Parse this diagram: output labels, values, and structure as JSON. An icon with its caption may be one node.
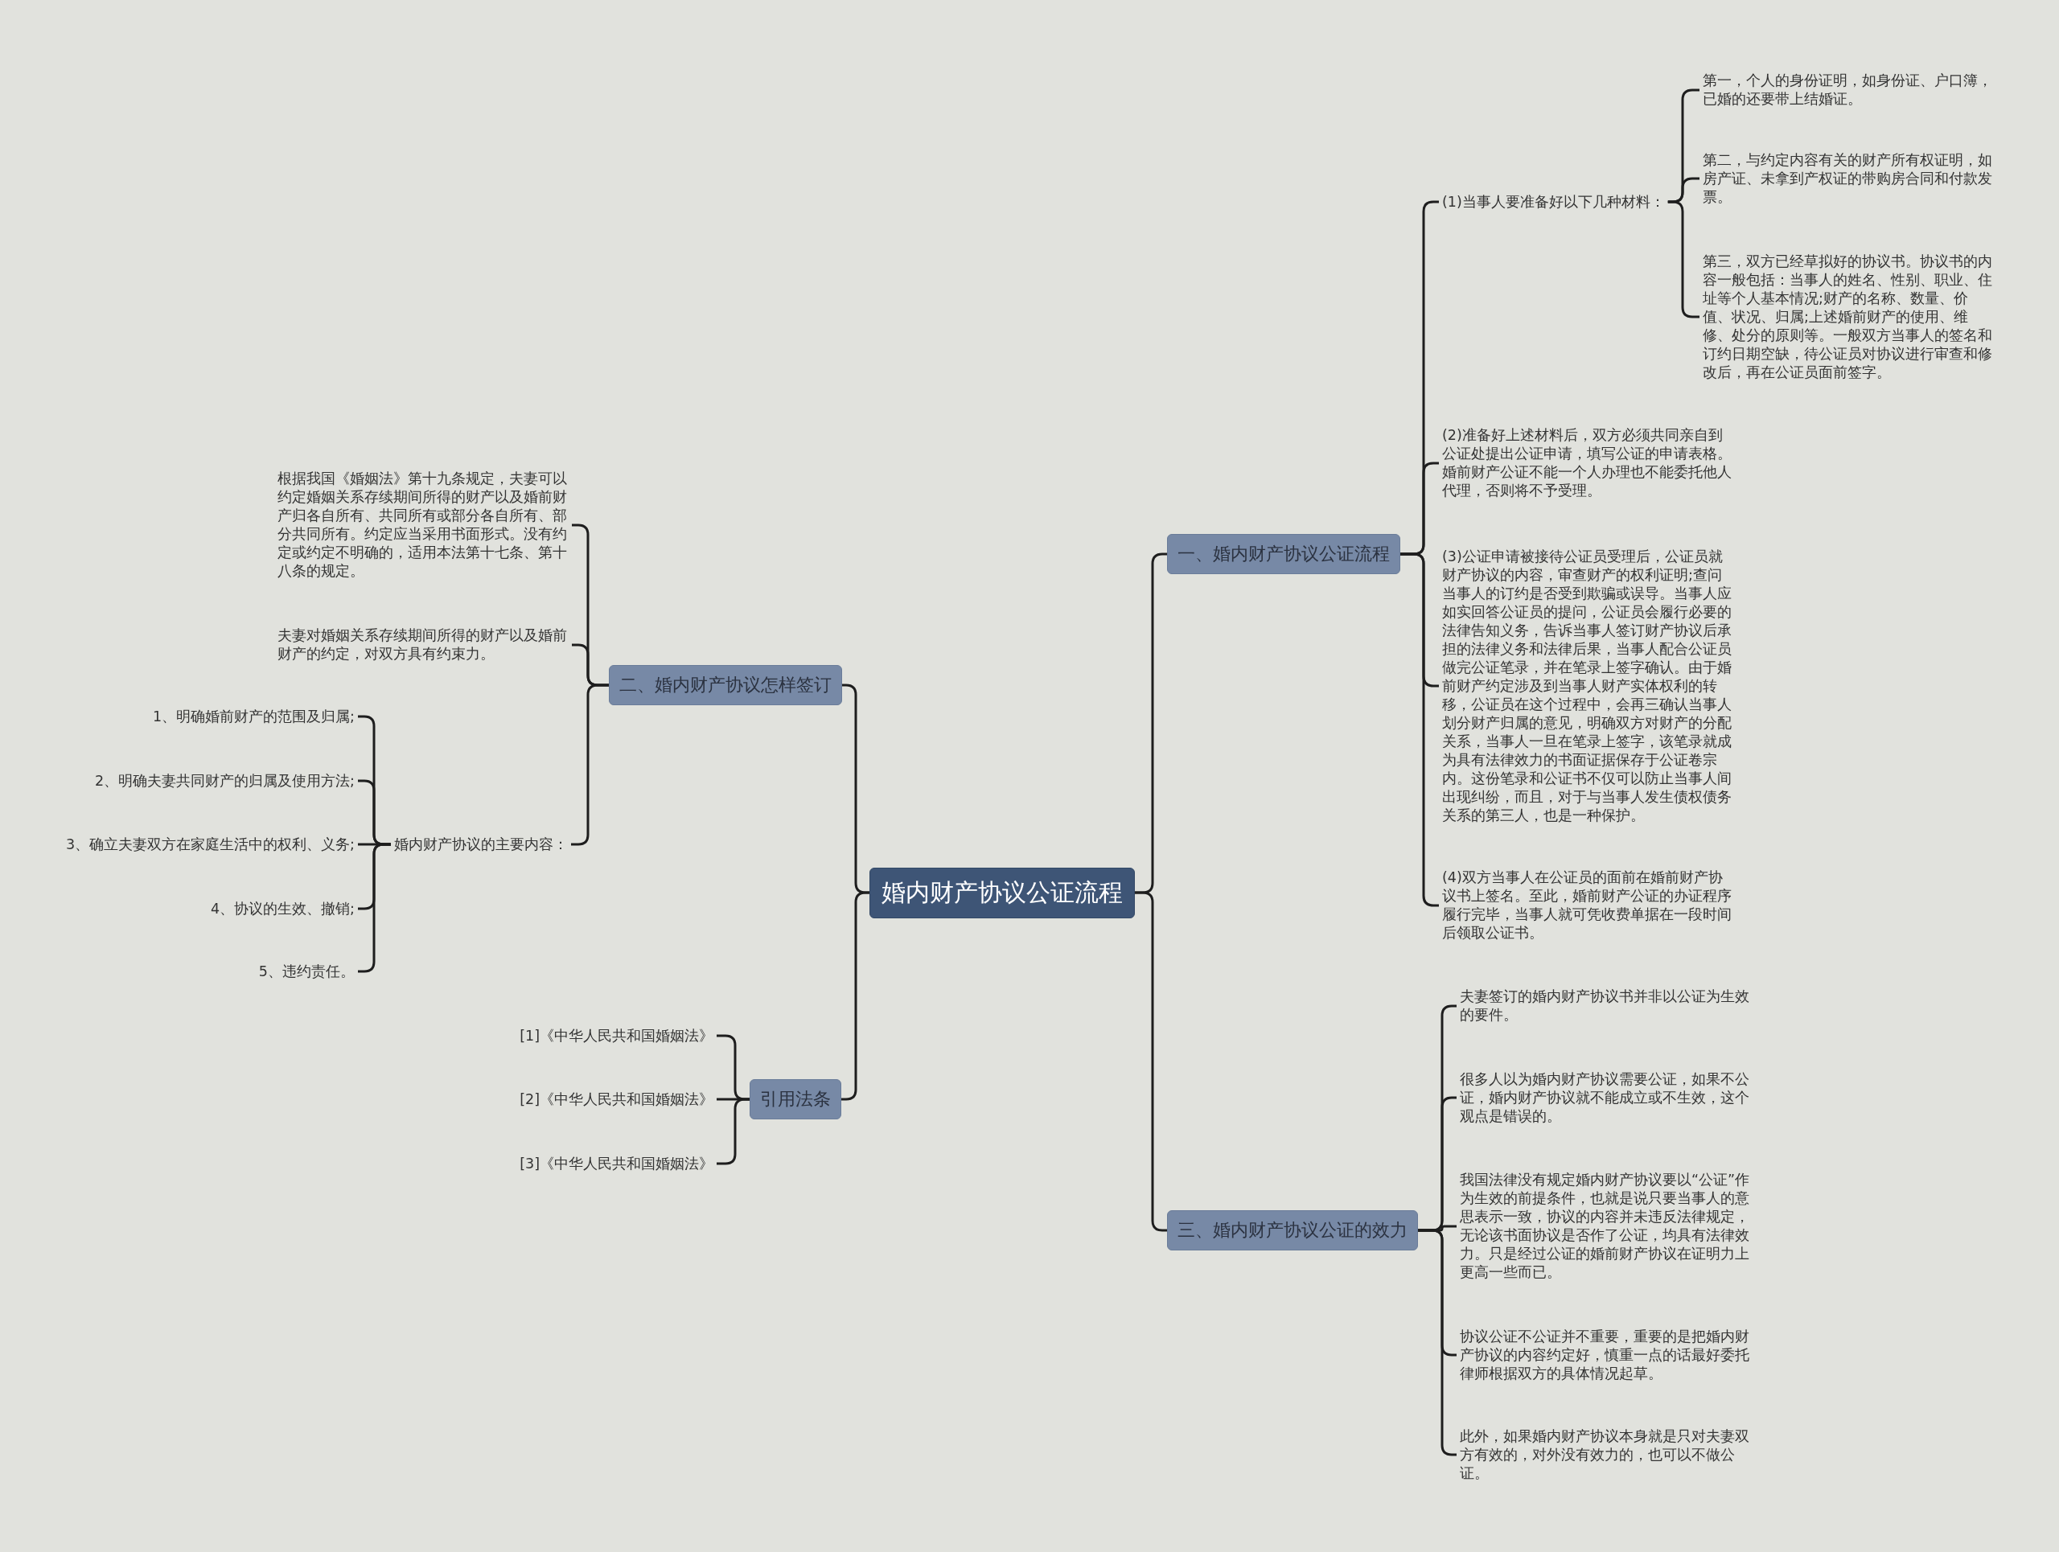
{
  "diagram": {
    "nodes": [
      {
        "text": [
          "婚内财产协议公证流程"
        ]
      },
      {
        "text": [
          "一、婚内财产协议公证流程"
        ]
      },
      {
        "text": [
          "(1)当事人要准备好以下几种材料："
        ]
      },
      {
        "text": [
          "第一，个人的身份证明，如身份证、户口簿，已婚的还要带上结婚证。"
        ]
      },
      {
        "text": [
          "第二，与约定内容有关的财产所有权证明，如房产证、未拿到产权证的带购房合同和付款发票。"
        ]
      },
      {
        "text": [
          "第三，双方已经草拟好的协议书。协议书的内容一般包括：当事人的姓名、性别、职业、住址等个人基本情况;财产的名称、数量、价值、状况、归属;上述婚前财产的使用、维修、处分的原则等。一般双方当事人的签名和订约日期空缺，待公证员对协议进行审查和修改后，再在公证员面前签字。"
        ]
      },
      {
        "text": [
          "(2)准备好上述材料后，双方必须共同亲自到公证处提出公证申请，填写公证的申请表格。婚前财产公证不能一个人办理也不能委托他人代理，否则将不予受理。"
        ]
      },
      {
        "text": [
          "(3)公证申请被接待公证员受理后，公证员就财产协议的内容，审查财产的权利证明;查问当事人的订约是否受到欺骗或误导。当事人应如实回答公证员的提问，公证员会履行必要的法律告知义务，告诉当事人签订财产协议后承担的法律义务和法律后果，当事人配合公证员做完公证笔录，并在笔录上签字确认。由于婚前财产约定涉及到当事人财产实体权利的转移，公证员在这个过程中，会再三确认当事人划分财产归属的意见，明确双方对财产的分配关系，当事人一旦在笔录上签字，该笔录就成为具有法律效力的书面证据保存于公证卷宗内。这份笔录和公证书不仅可以防止当事人间出现纠纷，而且，对于与当事人发生债权债务关系的第三人，也是一种保护。"
        ]
      },
      {
        "text": [
          "(4)双方当事人在公证员的面前在婚前财产协议书上签名。至此，婚前财产公证的办证程序履行完毕，当事人就可凭收费单据在一段时间后领取公证书。"
        ]
      },
      {
        "text": [
          "三、婚内财产协议公证的效力"
        ]
      },
      {
        "text": [
          "夫妻签订的婚内财产协议书并非以公证为生效的要件。"
        ]
      },
      {
        "text": [
          "很多人以为婚内财产协议需要公证，如果不公证，婚内财产协议就不能成立或不生效，这个观点是错误的。"
        ]
      },
      {
        "text": [
          "我国法律没有规定婚内财产协议要以“公证”作为生效的前提条件，也就是说只要当事人的意思表示一致，协议的内容并未违反法律规定，无论该书面协议是否作了公证，均具有法律效力。只是经过公证的婚前财产协议在证明力上更高一些而已。"
        ]
      },
      {
        "text": [
          "协议公证不公证并不重要，重要的是把婚内财产协议的内容约定好，慎重一点的话最好委托律师根据双方的具体情况起草。"
        ]
      },
      {
        "text": [
          "此外，如果婚内财产协议本身就是只对夫妻双方有效的，对外没有效力的，也可以不做公证。"
        ]
      },
      {
        "text": [
          "二、婚内财产协议怎样签订"
        ]
      },
      {
        "text": [
          "根据我国《婚姻法》第十九条规定，夫妻可以约定婚姻关系存续期间所得的财产以及婚前财产归各自所有、共同所有或部分各自所有、部分共同所有。约定应当采用书面形式。没有约定或约定不明确的，适用本法第十七条、第十八条的规定。"
        ]
      },
      {
        "text": [
          "夫妻对婚姻关系存续期间所得的财产以及婚前财产的约定，对双方具有约束力。"
        ]
      },
      {
        "text": [
          "婚内财产协议的主要内容："
        ]
      },
      {
        "text": [
          "1、明确婚前财产的范围及归属;"
        ]
      },
      {
        "text": [
          "2、明确夫妻共同财产的归属及使用方法;"
        ]
      },
      {
        "text": [
          "3、确立夫妻双方在家庭生活中的权利、义务;"
        ]
      },
      {
        "text": [
          "4、协议的生效、撤销;"
        ]
      },
      {
        "text": [
          "5、违约责任。"
        ]
      },
      {
        "text": [
          "引用法条"
        ]
      },
      {
        "text": [
          "[1]《中华人民共和国婚姻法》"
        ]
      },
      {
        "text": [
          "[2]《中华人民共和国婚姻法》"
        ]
      },
      {
        "text": [
          "[3]《中华人民共和国婚姻法》"
        ]
      }
    ],
    "edges": [
      {
        "from": 0,
        "to": 1,
        "arrow": "none"
      },
      {
        "from": 1,
        "to": 2,
        "arrow": "none"
      },
      {
        "from": 2,
        "to": 3,
        "arrow": "none"
      },
      {
        "from": 2,
        "to": 4,
        "arrow": "none"
      },
      {
        "from": 2,
        "to": 5,
        "arrow": "none"
      },
      {
        "from": 1,
        "to": 6,
        "arrow": "none"
      },
      {
        "from": 1,
        "to": 7,
        "arrow": "none"
      },
      {
        "from": 1,
        "to": 8,
        "arrow": "none"
      },
      {
        "from": 0,
        "to": 9,
        "arrow": "none"
      },
      {
        "from": 9,
        "to": 10,
        "arrow": "none"
      },
      {
        "from": 9,
        "to": 11,
        "arrow": "none"
      },
      {
        "from": 9,
        "to": 12,
        "arrow": "none"
      },
      {
        "from": 9,
        "to": 13,
        "arrow": "none"
      },
      {
        "from": 9,
        "to": 14,
        "arrow": "none"
      },
      {
        "from": 0,
        "to": 15,
        "arrow": "none"
      },
      {
        "from": 15,
        "to": 16,
        "arrow": "none"
      },
      {
        "from": 15,
        "to": 17,
        "arrow": "none"
      },
      {
        "from": 15,
        "to": 18,
        "arrow": "none"
      },
      {
        "from": 18,
        "to": 19,
        "arrow": "none"
      },
      {
        "from": 18,
        "to": 20,
        "arrow": "none"
      },
      {
        "from": 18,
        "to": 21,
        "arrow": "none"
      },
      {
        "from": 18,
        "to": 22,
        "arrow": "none"
      },
      {
        "from": 18,
        "to": 23,
        "arrow": "none"
      },
      {
        "from": 0,
        "to": 24,
        "arrow": "none"
      },
      {
        "from": 24,
        "to": 25,
        "arrow": "none"
      },
      {
        "from": 24,
        "to": 26,
        "arrow": "none"
      },
      {
        "from": 24,
        "to": 27,
        "arrow": "none"
      }
    ]
  }
}
